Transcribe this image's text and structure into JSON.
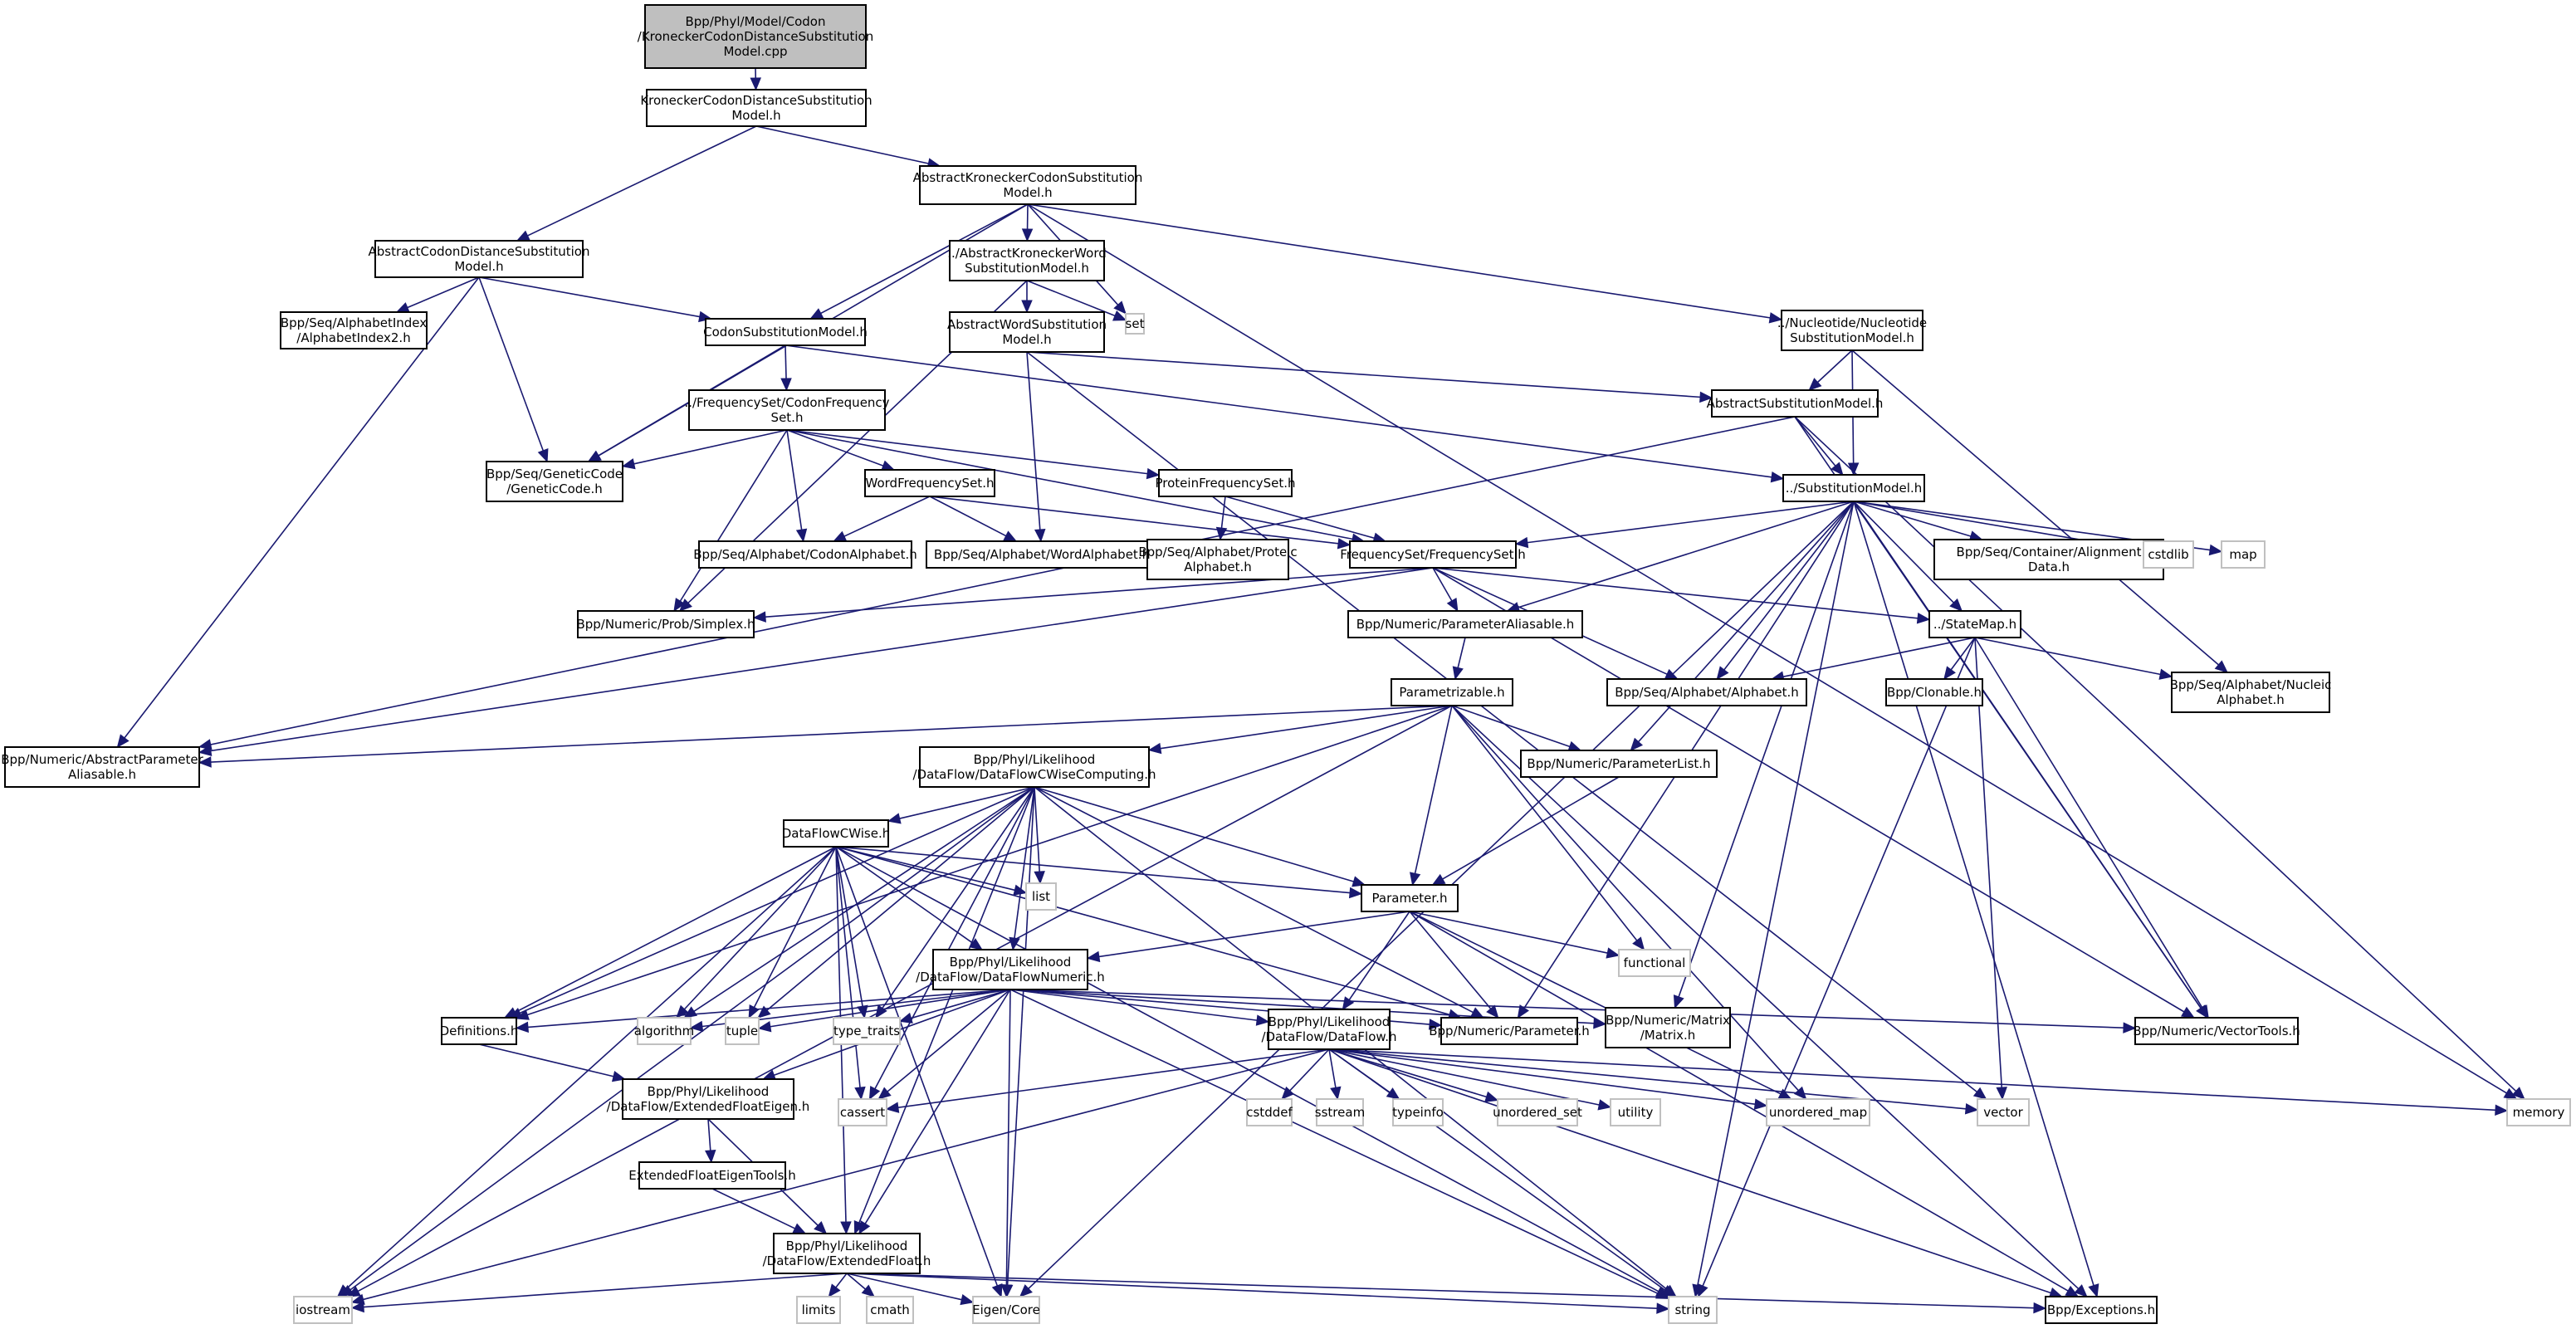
{
  "diagram": {
    "type": "include-dependency-graph",
    "root": "root",
    "nodes": [
      {
        "id": "root",
        "lines": [
          "Bpp/Phyl/Model/Codon",
          "/KroneckerCodonDistanceSubstitution",
          "Model.cpp"
        ],
        "kind": "root"
      },
      {
        "id": "kcdsm",
        "lines": [
          "KroneckerCodonDistanceSubstitution",
          "Model.h"
        ],
        "kind": "file"
      },
      {
        "id": "akcsm",
        "lines": [
          "AbstractKroneckerCodonSubstitution",
          "Model.h"
        ],
        "kind": "file"
      },
      {
        "id": "acdsm",
        "lines": [
          "AbstractCodonDistanceSubstitution",
          "Model.h"
        ],
        "kind": "file"
      },
      {
        "id": "akwsm",
        "lines": [
          "../AbstractKroneckerWord",
          "SubstitutionModel.h"
        ],
        "kind": "file"
      },
      {
        "id": "set",
        "lines": [
          "set"
        ],
        "kind": "sys"
      },
      {
        "id": "nsm",
        "lines": [
          "../Nucleotide/Nucleotide",
          "SubstitutionModel.h"
        ],
        "kind": "file"
      },
      {
        "id": "alphidx",
        "lines": [
          "Bpp/Seq/AlphabetIndex",
          "/AlphabetIndex2.h"
        ],
        "kind": "file"
      },
      {
        "id": "csm",
        "lines": [
          "CodonSubstitutionModel.h"
        ],
        "kind": "file"
      },
      {
        "id": "awsm",
        "lines": [
          "AbstractWordSubstitution",
          "Model.h"
        ],
        "kind": "file"
      },
      {
        "id": "asm",
        "lines": [
          "AbstractSubstitutionModel.h"
        ],
        "kind": "file"
      },
      {
        "id": "gc",
        "lines": [
          "Bpp/Seq/GeneticCode",
          "/GeneticCode.h"
        ],
        "kind": "file"
      },
      {
        "id": "cfs",
        "lines": [
          "../FrequencySet/CodonFrequency",
          "Set.h"
        ],
        "kind": "file"
      },
      {
        "id": "sm",
        "lines": [
          "../SubstitutionModel.h"
        ],
        "kind": "file"
      },
      {
        "id": "wfs",
        "lines": [
          "WordFrequencySet.h"
        ],
        "kind": "file"
      },
      {
        "id": "pfs",
        "lines": [
          "ProteinFrequencySet.h"
        ],
        "kind": "file"
      },
      {
        "id": "codonalph",
        "lines": [
          "Bpp/Seq/Alphabet/CodonAlphabet.h"
        ],
        "kind": "file"
      },
      {
        "id": "wordalph",
        "lines": [
          "Bpp/Seq/Alphabet/WordAlphabet.h"
        ],
        "kind": "file"
      },
      {
        "id": "protalph",
        "lines": [
          "Bpp/Seq/Alphabet/Proteic",
          "Alphabet.h"
        ],
        "kind": "file"
      },
      {
        "id": "fs",
        "lines": [
          "FrequencySet/FrequencySet.h"
        ],
        "kind": "file"
      },
      {
        "id": "aligndata",
        "lines": [
          "Bpp/Seq/Container/Alignment",
          "Data.h"
        ],
        "kind": "file"
      },
      {
        "id": "cstdlib",
        "lines": [
          "cstdlib"
        ],
        "kind": "sys"
      },
      {
        "id": "map",
        "lines": [
          "map"
        ],
        "kind": "sys"
      },
      {
        "id": "simplex",
        "lines": [
          "Bpp/Numeric/Prob/Simplex.h"
        ],
        "kind": "file"
      },
      {
        "id": "paramalias",
        "lines": [
          "Bpp/Numeric/ParameterAliasable.h"
        ],
        "kind": "file"
      },
      {
        "id": "statemap",
        "lines": [
          "../StateMap.h"
        ],
        "kind": "file"
      },
      {
        "id": "parametrizable",
        "lines": [
          "Parametrizable.h"
        ],
        "kind": "file"
      },
      {
        "id": "alphabet",
        "lines": [
          "Bpp/Seq/Alphabet/Alphabet.h"
        ],
        "kind": "file"
      },
      {
        "id": "clonable",
        "lines": [
          "Bpp/Clonable.h"
        ],
        "kind": "file"
      },
      {
        "id": "nucalph",
        "lines": [
          "Bpp/Seq/Alphabet/Nucleic",
          "Alphabet.h"
        ],
        "kind": "file"
      },
      {
        "id": "absparamalias",
        "lines": [
          "Bpp/Numeric/AbstractParameter",
          "Aliasable.h"
        ],
        "kind": "file"
      },
      {
        "id": "dfcwc",
        "lines": [
          "Bpp/Phyl/Likelihood",
          "/DataFlow/DataFlowCWiseComputing.h"
        ],
        "kind": "file"
      },
      {
        "id": "paramlist",
        "lines": [
          "Bpp/Numeric/ParameterList.h"
        ],
        "kind": "file"
      },
      {
        "id": "dfcwise",
        "lines": [
          "DataFlowCWise.h"
        ],
        "kind": "file"
      },
      {
        "id": "list",
        "lines": [
          "list"
        ],
        "kind": "sys"
      },
      {
        "id": "parameter",
        "lines": [
          "Parameter.h"
        ],
        "kind": "file"
      },
      {
        "id": "functional",
        "lines": [
          "functional"
        ],
        "kind": "sys"
      },
      {
        "id": "dfnumeric",
        "lines": [
          "Bpp/Phyl/Likelihood",
          "/DataFlow/DataFlowNumeric.h"
        ],
        "kind": "file"
      },
      {
        "id": "definitions",
        "lines": [
          "Definitions.h"
        ],
        "kind": "file"
      },
      {
        "id": "algorithm",
        "lines": [
          "algorithm"
        ],
        "kind": "sys"
      },
      {
        "id": "tuple",
        "lines": [
          "tuple"
        ],
        "kind": "sys"
      },
      {
        "id": "type_traits",
        "lines": [
          "type_traits"
        ],
        "kind": "sys"
      },
      {
        "id": "dataflow",
        "lines": [
          "Bpp/Phyl/Likelihood",
          "/DataFlow/DataFlow.h"
        ],
        "kind": "file"
      },
      {
        "id": "numparameter",
        "lines": [
          "Bpp/Numeric/Parameter.h"
        ],
        "kind": "file"
      },
      {
        "id": "matrix",
        "lines": [
          "Bpp/Numeric/Matrix",
          "/Matrix.h"
        ],
        "kind": "file"
      },
      {
        "id": "vectortools",
        "lines": [
          "Bpp/Numeric/VectorTools.h"
        ],
        "kind": "file"
      },
      {
        "id": "efeigen",
        "lines": [
          "Bpp/Phyl/Likelihood",
          "/DataFlow/ExtendedFloatEigen.h"
        ],
        "kind": "file"
      },
      {
        "id": "cassert",
        "lines": [
          "cassert"
        ],
        "kind": "sys"
      },
      {
        "id": "cstddef",
        "lines": [
          "cstddef"
        ],
        "kind": "sys"
      },
      {
        "id": "sstream",
        "lines": [
          "sstream"
        ],
        "kind": "sys"
      },
      {
        "id": "typeinfo",
        "lines": [
          "typeinfo"
        ],
        "kind": "sys"
      },
      {
        "id": "unordered_set",
        "lines": [
          "unordered_set"
        ],
        "kind": "sys"
      },
      {
        "id": "utility",
        "lines": [
          "utility"
        ],
        "kind": "sys"
      },
      {
        "id": "unordered_map",
        "lines": [
          "unordered_map"
        ],
        "kind": "sys"
      },
      {
        "id": "vector",
        "lines": [
          "vector"
        ],
        "kind": "sys"
      },
      {
        "id": "memory",
        "lines": [
          "memory"
        ],
        "kind": "sys"
      },
      {
        "id": "efeigentools",
        "lines": [
          "ExtendedFloatEigenTools.h"
        ],
        "kind": "file"
      },
      {
        "id": "extfloat",
        "lines": [
          "Bpp/Phyl/Likelihood",
          "/DataFlow/ExtendedFloat.h"
        ],
        "kind": "file"
      },
      {
        "id": "iostream",
        "lines": [
          "iostream"
        ],
        "kind": "sys"
      },
      {
        "id": "limits",
        "lines": [
          "limits"
        ],
        "kind": "sys"
      },
      {
        "id": "cmath",
        "lines": [
          "cmath"
        ],
        "kind": "sys"
      },
      {
        "id": "eigencore",
        "lines": [
          "Eigen/Core"
        ],
        "kind": "sys"
      },
      {
        "id": "string",
        "lines": [
          "string"
        ],
        "kind": "sys"
      },
      {
        "id": "exceptions",
        "lines": [
          "Bpp/Exceptions.h"
        ],
        "kind": "file"
      }
    ],
    "edges": [
      [
        "root",
        "kcdsm"
      ],
      [
        "kcdsm",
        "acdsm"
      ],
      [
        "kcdsm",
        "akcsm"
      ],
      [
        "akcsm",
        "gc"
      ],
      [
        "akcsm",
        "csm"
      ],
      [
        "akcsm",
        "akwsm"
      ],
      [
        "akcsm",
        "set"
      ],
      [
        "akcsm",
        "nsm"
      ],
      [
        "akcsm",
        "memory"
      ],
      [
        "acdsm",
        "alphidx"
      ],
      [
        "acdsm",
        "gc"
      ],
      [
        "acdsm",
        "csm"
      ],
      [
        "acdsm",
        "absparamalias"
      ],
      [
        "akwsm",
        "awsm"
      ],
      [
        "akwsm",
        "set"
      ],
      [
        "akwsm",
        "simplex"
      ],
      [
        "csm",
        "gc"
      ],
      [
        "csm",
        "cfs"
      ],
      [
        "csm",
        "sm"
      ],
      [
        "awsm",
        "asm"
      ],
      [
        "awsm",
        "wordalph"
      ],
      [
        "awsm",
        "vector"
      ],
      [
        "nsm",
        "asm"
      ],
      [
        "nsm",
        "sm"
      ],
      [
        "nsm",
        "nucalph"
      ],
      [
        "asm",
        "sm"
      ],
      [
        "asm",
        "absparamalias"
      ],
      [
        "asm",
        "vectortools"
      ],
      [
        "asm",
        "memory"
      ],
      [
        "cfs",
        "gc"
      ],
      [
        "cfs",
        "wfs"
      ],
      [
        "cfs",
        "pfs"
      ],
      [
        "cfs",
        "fs"
      ],
      [
        "cfs",
        "codonalph"
      ],
      [
        "cfs",
        "simplex"
      ],
      [
        "wfs",
        "codonalph"
      ],
      [
        "wfs",
        "wordalph"
      ],
      [
        "wfs",
        "fs"
      ],
      [
        "pfs",
        "protalph"
      ],
      [
        "pfs",
        "fs"
      ],
      [
        "sm",
        "fs"
      ],
      [
        "sm",
        "aligndata"
      ],
      [
        "sm",
        "cstdlib"
      ],
      [
        "sm",
        "map"
      ],
      [
        "sm",
        "statemap"
      ],
      [
        "sm",
        "alphabet"
      ],
      [
        "sm",
        "paramalias"
      ],
      [
        "sm",
        "paramlist"
      ],
      [
        "sm",
        "matrix"
      ],
      [
        "sm",
        "vectortools"
      ],
      [
        "sm",
        "eigencore"
      ],
      [
        "sm",
        "string"
      ],
      [
        "sm",
        "exceptions"
      ],
      [
        "sm",
        "numparameter"
      ],
      [
        "fs",
        "simplex"
      ],
      [
        "fs",
        "paramalias"
      ],
      [
        "fs",
        "statemap"
      ],
      [
        "fs",
        "alphabet"
      ],
      [
        "fs",
        "vectortools"
      ],
      [
        "fs",
        "absparamalias"
      ],
      [
        "statemap",
        "alphabet"
      ],
      [
        "statemap",
        "clonable"
      ],
      [
        "statemap",
        "nucalph"
      ],
      [
        "statemap",
        "vectortools"
      ],
      [
        "statemap",
        "vector"
      ],
      [
        "statemap",
        "string"
      ],
      [
        "paramalias",
        "parametrizable"
      ],
      [
        "parametrizable",
        "absparamalias"
      ],
      [
        "parametrizable",
        "dfcwc"
      ],
      [
        "parametrizable",
        "paramlist"
      ],
      [
        "parametrizable",
        "parameter"
      ],
      [
        "parametrizable",
        "functional"
      ],
      [
        "parametrizable",
        "iostream"
      ],
      [
        "parametrizable",
        "definitions"
      ],
      [
        "parametrizable",
        "unordered_map"
      ],
      [
        "parametrizable",
        "exceptions"
      ],
      [
        "paramlist",
        "parameter"
      ],
      [
        "dfcwc",
        "dfcwise"
      ],
      [
        "dfcwc",
        "list"
      ],
      [
        "dfcwc",
        "parameter"
      ],
      [
        "dfcwc",
        "dfnumeric"
      ],
      [
        "dfcwc",
        "numparameter"
      ],
      [
        "dfcwc",
        "definitions"
      ],
      [
        "dfcwc",
        "algorithm"
      ],
      [
        "dfcwc",
        "tuple"
      ],
      [
        "dfcwc",
        "type_traits"
      ],
      [
        "dfcwc",
        "cassert"
      ],
      [
        "dfcwc",
        "eigencore"
      ],
      [
        "dfcwc",
        "iostream"
      ],
      [
        "dfcwc",
        "extfloat"
      ],
      [
        "dfcwc",
        "string"
      ],
      [
        "dfcwise",
        "list"
      ],
      [
        "dfcwise",
        "parameter"
      ],
      [
        "dfcwise",
        "dfnumeric"
      ],
      [
        "dfcwise",
        "definitions"
      ],
      [
        "dfcwise",
        "algorithm"
      ],
      [
        "dfcwise",
        "tuple"
      ],
      [
        "dfcwise",
        "type_traits"
      ],
      [
        "dfcwise",
        "cassert"
      ],
      [
        "dfcwise",
        "iostream"
      ],
      [
        "dfcwise",
        "extfloat"
      ],
      [
        "dfcwise",
        "eigencore"
      ],
      [
        "dfcwise",
        "string"
      ],
      [
        "dfcwise",
        "numparameter"
      ],
      [
        "parameter",
        "dfnumeric"
      ],
      [
        "parameter",
        "dataflow"
      ],
      [
        "parameter",
        "numparameter"
      ],
      [
        "parameter",
        "functional"
      ],
      [
        "parameter",
        "unordered_map"
      ],
      [
        "parameter",
        "exceptions"
      ],
      [
        "dfnumeric",
        "definitions"
      ],
      [
        "dfnumeric",
        "algorithm"
      ],
      [
        "dfnumeric",
        "tuple"
      ],
      [
        "dfnumeric",
        "type_traits"
      ],
      [
        "dfnumeric",
        "dataflow"
      ],
      [
        "dfnumeric",
        "numparameter"
      ],
      [
        "dfnumeric",
        "matrix"
      ],
      [
        "dfnumeric",
        "vectortools"
      ],
      [
        "dfnumeric",
        "efeigen"
      ],
      [
        "dfnumeric",
        "cassert"
      ],
      [
        "dfnumeric",
        "extfloat"
      ],
      [
        "dfnumeric",
        "eigencore"
      ],
      [
        "dfnumeric",
        "string"
      ],
      [
        "definitions",
        "efeigen"
      ],
      [
        "dataflow",
        "cassert"
      ],
      [
        "dataflow",
        "cstddef"
      ],
      [
        "dataflow",
        "sstream"
      ],
      [
        "dataflow",
        "typeinfo"
      ],
      [
        "dataflow",
        "unordered_set"
      ],
      [
        "dataflow",
        "utility"
      ],
      [
        "dataflow",
        "unordered_map"
      ],
      [
        "dataflow",
        "vector"
      ],
      [
        "dataflow",
        "memory"
      ],
      [
        "dataflow",
        "iostream"
      ],
      [
        "dataflow",
        "string"
      ],
      [
        "dataflow",
        "exceptions"
      ],
      [
        "efeigen",
        "efeigentools"
      ],
      [
        "efeigen",
        "extfloat"
      ],
      [
        "efeigentools",
        "extfloat"
      ],
      [
        "extfloat",
        "iostream"
      ],
      [
        "extfloat",
        "limits"
      ],
      [
        "extfloat",
        "cmath"
      ],
      [
        "extfloat",
        "eigencore"
      ],
      [
        "extfloat",
        "string"
      ],
      [
        "extfloat",
        "exceptions"
      ]
    ]
  }
}
